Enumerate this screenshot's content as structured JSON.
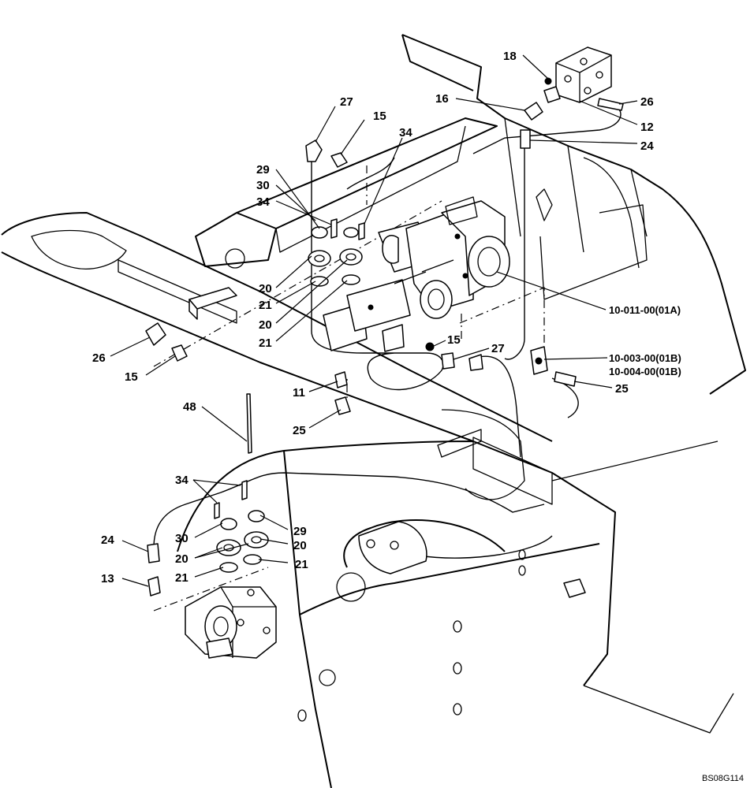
{
  "diagram": {
    "drawing_code": "BS08G114",
    "callouts": {
      "c18": "18",
      "c16": "16",
      "c26a": "26",
      "c12": "12",
      "c24a": "24",
      "c27a": "27",
      "c15a": "15",
      "c34a": "34",
      "c29a": "29",
      "c30a": "30",
      "c34b": "34",
      "c20a": "20",
      "c21a": "21",
      "c20b": "20",
      "c21b": "21",
      "c26b": "26",
      "c15b": "15",
      "c15c": "15",
      "c27b": "27",
      "c11": "11",
      "c25a": "25",
      "c25b": "25",
      "c48": "48",
      "c34c": "34",
      "c24b": "24",
      "c30b": "30",
      "c29b": "29",
      "c20c": "20",
      "c20d": "20",
      "c21c": "21",
      "c21d": "21",
      "c13": "13",
      "ref_pump": "10-011-00(01A)",
      "ref_valve1": "10-003-00(01B)",
      "ref_valve2": "10-004-00(01B)"
    }
  }
}
